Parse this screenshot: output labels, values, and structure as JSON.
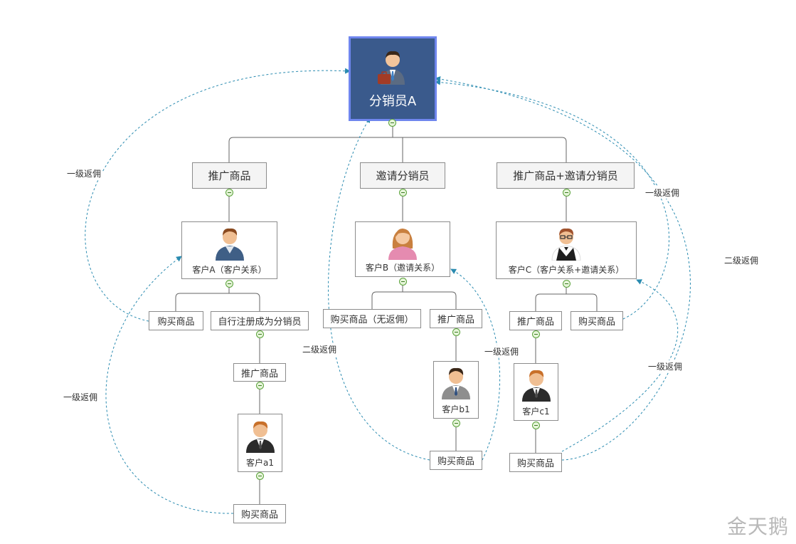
{
  "root": {
    "label": "分销员A"
  },
  "branches": {
    "promote": "推广商品",
    "invite": "邀请分销员",
    "both": "推广商品+邀请分销员"
  },
  "customers": {
    "a": "客户A（客户关系）",
    "b": "客户B（邀请关系）",
    "c": "客户C（客户关系+邀请关系）",
    "a1": "客户a1",
    "b1": "客户b1",
    "c1": "客户c1"
  },
  "actions": {
    "a_buy": "购买商品",
    "a_register": "自行注册成为分销员",
    "a_promote": "推广商品",
    "a1_buy": "购买商品",
    "b_buy_none": "购买商品（无返佣）",
    "b_promote": "推广商品",
    "b1_buy": "购买商品",
    "c_promote": "推广商品",
    "c_buy": "购买商品",
    "c1_buy": "购买商品"
  },
  "rebates": {
    "r1": "一级返佣",
    "r2": "一级返佣",
    "r3": "二级返佣",
    "r4": "一级返佣",
    "r5": "一级返佣",
    "r6": "二级返佣",
    "r7": "一级返佣"
  },
  "watermark": "金天鹅",
  "colors": {
    "root_fill": "#3a5a8c",
    "root_border": "#6f86ee",
    "connector": "#666666",
    "rebate_line": "#2a8bb0",
    "toggle": "#5aa23a"
  },
  "icons": {
    "root": "businessman-with-briefcase-icon",
    "a": "man-avatar-icon",
    "b": "woman-avatar-icon",
    "c": "man-with-glasses-avatar-icon",
    "a1": "man-in-suit-avatar-icon",
    "b1": "man-in-suit-avatar-icon",
    "c1": "man-in-suit-avatar-icon"
  }
}
